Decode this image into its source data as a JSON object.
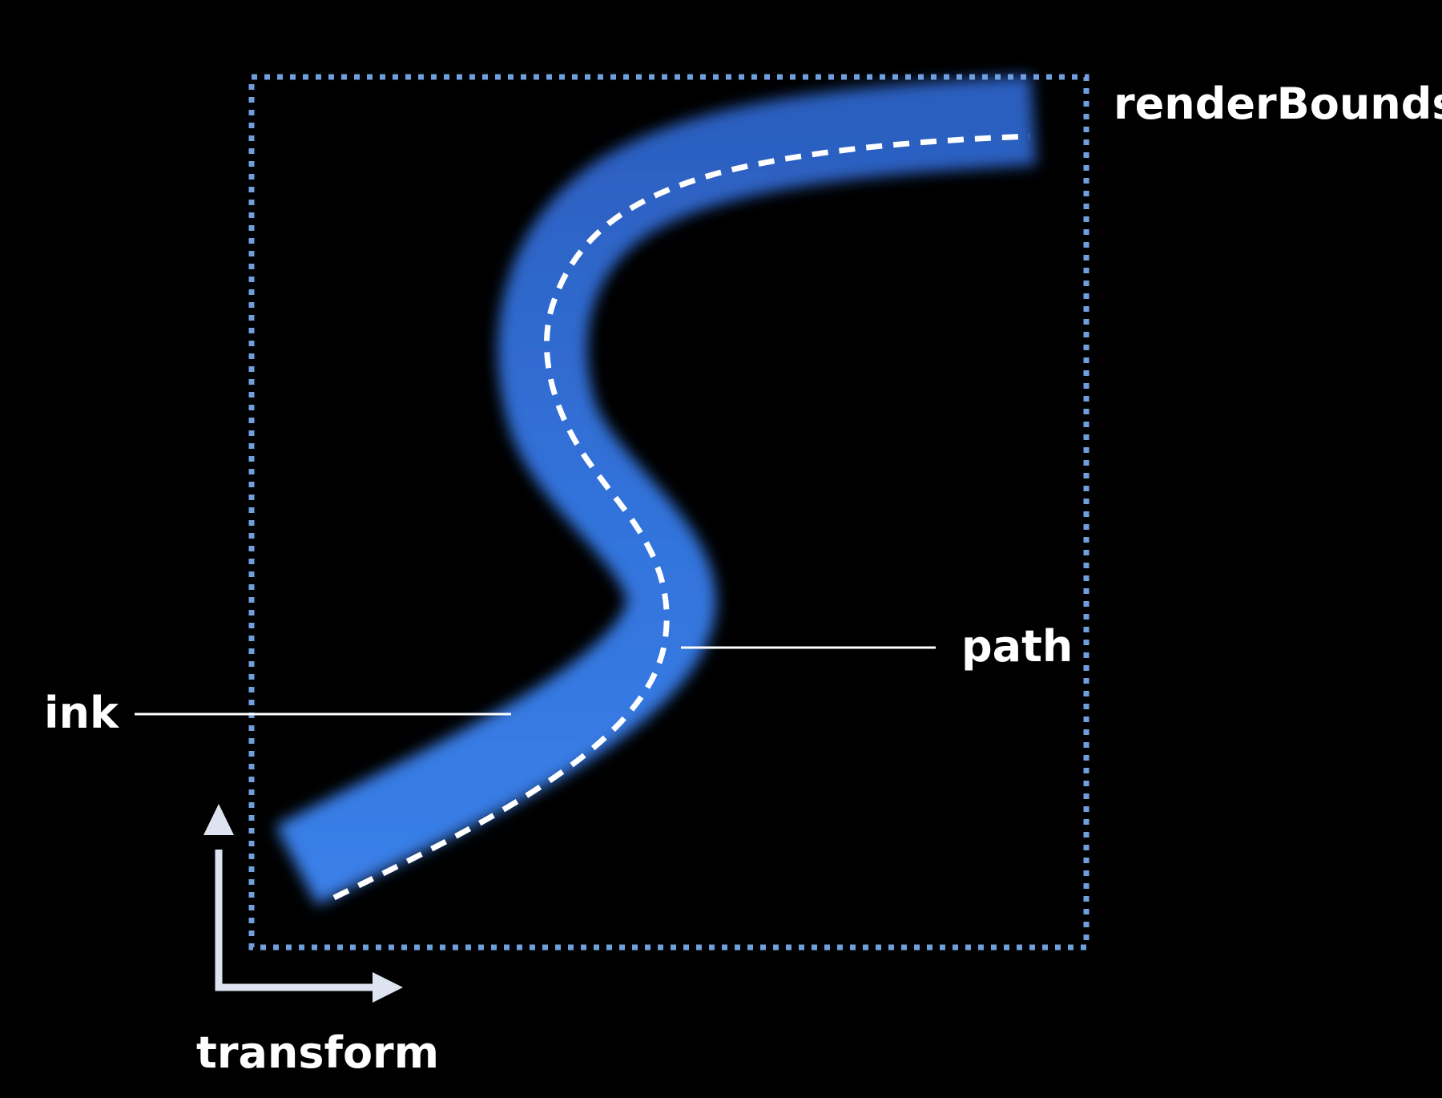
{
  "labels": {
    "render_bounds": "renderBounds",
    "path": "path",
    "ink": "ink",
    "transform": "transform"
  },
  "colors": {
    "background": "#000000",
    "ink_stroke": "#3578e5",
    "bounds_border": "#6f9fdc",
    "path_dash": "#ffffff",
    "leader_line": "#ffffff",
    "axes": "#dde3f0"
  }
}
